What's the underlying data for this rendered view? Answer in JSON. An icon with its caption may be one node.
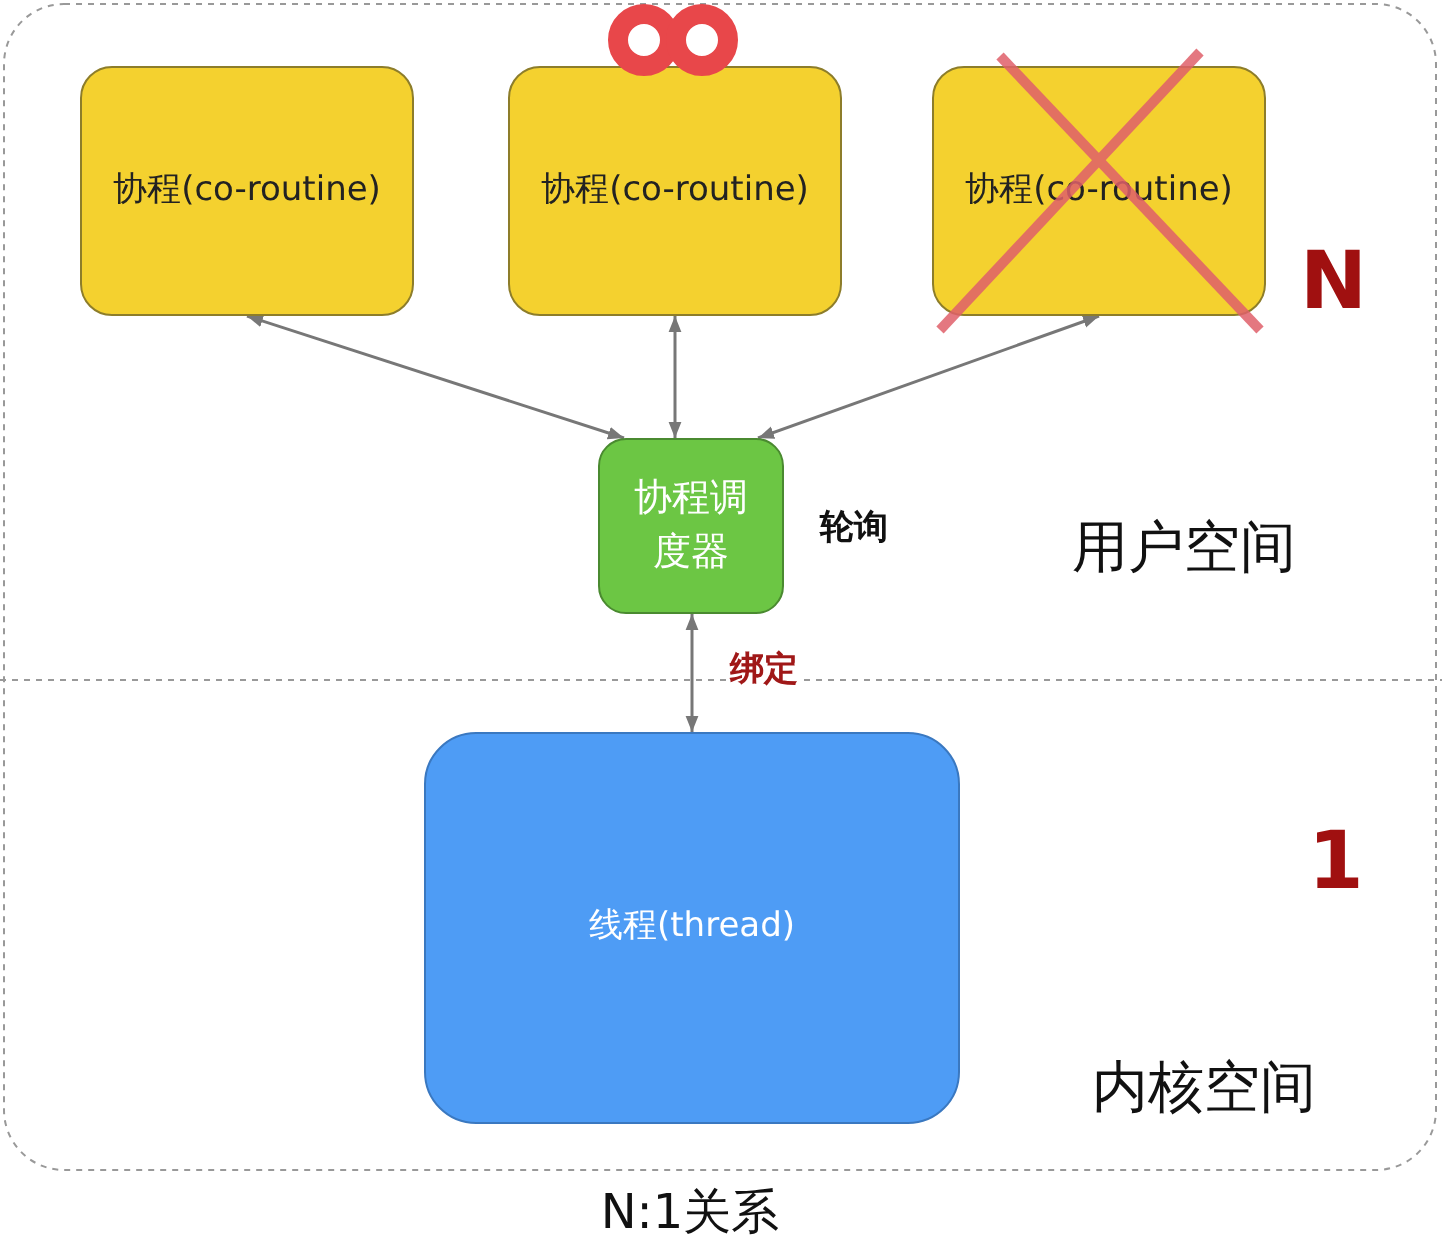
{
  "diagram": {
    "caption": "N:1关系",
    "nodes": [
      {
        "text": [
          "协程(co-routine)"
        ]
      },
      {
        "text": [
          "协程(co-routine)"
        ]
      },
      {
        "text": [
          "协程(co-routine)"
        ]
      },
      {
        "text": [
          "协程调度器"
        ]
      },
      {
        "text": [
          "线程(thread)"
        ]
      }
    ],
    "edges": [
      {
        "from": 3,
        "to": 0,
        "arrow": "both"
      },
      {
        "from": 3,
        "to": 1,
        "arrow": "both"
      },
      {
        "from": 3,
        "to": 2,
        "arrow": "both"
      },
      {
        "from": 3,
        "to": 4,
        "arrow": "both",
        "label": "绑定"
      }
    ],
    "labels": [
      "N",
      "轮询",
      "用户空间",
      "1",
      "内核空间"
    ]
  }
}
